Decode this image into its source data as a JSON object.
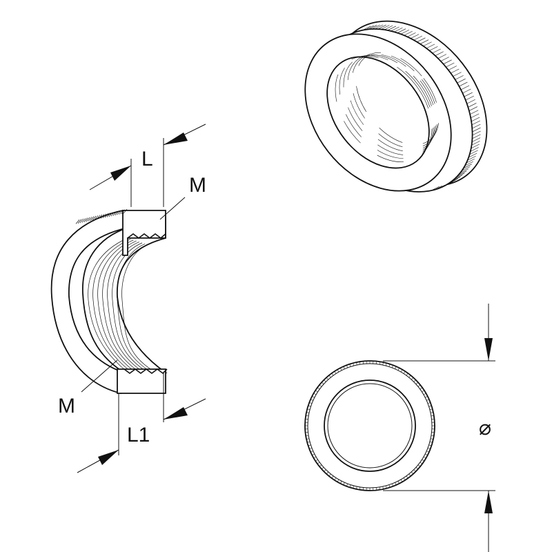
{
  "labels": {
    "dim_l": "L",
    "dim_l1": "L1",
    "thread_upper": "M",
    "thread_lower": "M",
    "diameter": "⌀"
  },
  "colors": {
    "line": "#111111",
    "background": "#ffffff"
  }
}
